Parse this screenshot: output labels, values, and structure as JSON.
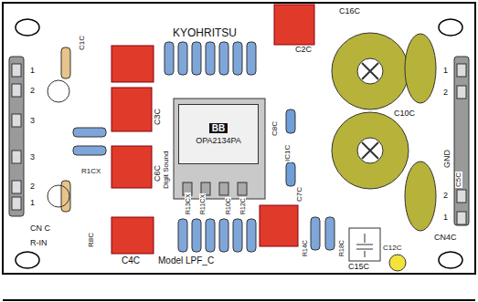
{
  "diagram": {
    "nodes": [
      {
        "text": [
          "BB",
          "OPA2134PA"
        ]
      }
    ],
    "labels": [
      "KYOHRITSU",
      "C1C",
      "C3C",
      "C2C",
      "C16C",
      "C10C",
      "C8C",
      "IC1C",
      "C7C",
      "C6C",
      "Digit Sound",
      "C4C",
      "Model LPF_C",
      "R13CX",
      "R11CX",
      "R10C",
      "R12C",
      "R14C",
      "R18C",
      "C15C",
      "C12C",
      "R8C",
      "R1CX",
      "CN C",
      "R-IN",
      "1",
      "2",
      "3",
      "3",
      "2",
      "1",
      "1",
      "2",
      "GND",
      "2",
      "1",
      "CN4C",
      "C5C"
    ]
  }
}
